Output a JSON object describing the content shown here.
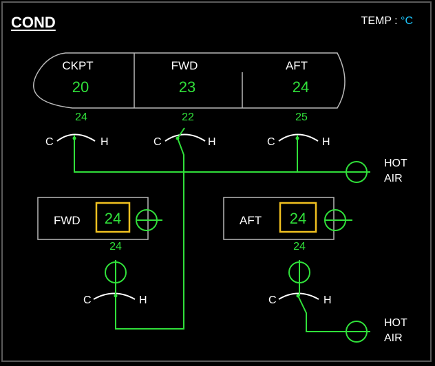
{
  "header": {
    "title": "COND",
    "temp_label": "TEMP : ",
    "temp_unit": "°C"
  },
  "zones": [
    {
      "name": "CKPT",
      "temp": "20",
      "supply": "24"
    },
    {
      "name": "FWD",
      "temp": "23",
      "supply": "22"
    },
    {
      "name": "AFT",
      "temp": "24",
      "supply": "25"
    }
  ],
  "valve_labels": {
    "cold": "C",
    "hot": "H"
  },
  "hot_air": {
    "line1": "HOT",
    "line2": "AIR"
  },
  "packs": [
    {
      "name": "FWD",
      "temp": "24",
      "supply": "24"
    },
    {
      "name": "AFT",
      "temp": "24",
      "supply": "24"
    }
  ],
  "colors": {
    "green": "#30e03a",
    "amber": "#f0c020",
    "cyan": "#1ec8ff",
    "white": "#ffffff",
    "grey": "#b8b8b8"
  }
}
